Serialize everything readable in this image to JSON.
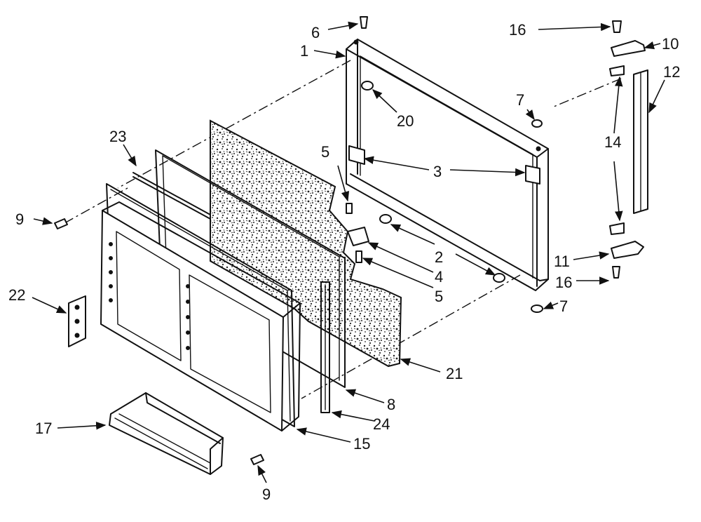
{
  "diagram": {
    "labels": {
      "p1": "1",
      "p2": "2",
      "p3": "3",
      "p4": "4",
      "p5a": "5",
      "p5b": "5",
      "p6": "6",
      "p7a": "7",
      "p7b": "7",
      "p8": "8",
      "p9a": "9",
      "p9b": "9",
      "p10": "10",
      "p11": "11",
      "p12": "12",
      "p14": "14",
      "p15": "15",
      "p16a": "16",
      "p16b": "16",
      "p17": "17",
      "p20": "20",
      "p21": "21",
      "p22": "22",
      "p23": "23",
      "p24": "24"
    }
  }
}
